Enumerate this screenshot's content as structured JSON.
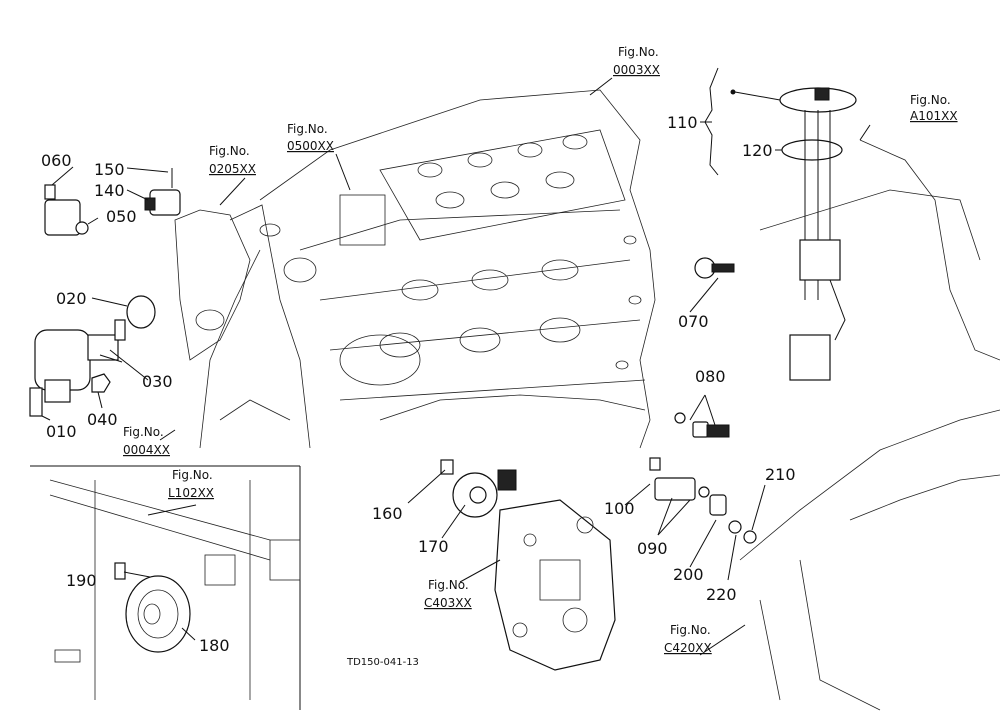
{
  "drawing_code": "TD150-041-13",
  "figure_refs": [
    {
      "id": "0003XX",
      "line1": "Fig.No.",
      "line2": "0003XX"
    },
    {
      "id": "A101XX",
      "line1": "Fig.No.",
      "line2": "A101XX"
    },
    {
      "id": "0205XX",
      "line1": "Fig.No.",
      "line2": "0205XX"
    },
    {
      "id": "0500XX",
      "line1": "Fig.No.",
      "line2": "0500XX"
    },
    {
      "id": "0004XX",
      "line1": "Fig.No.",
      "line2": "0004XX"
    },
    {
      "id": "L102XX",
      "line1": "Fig.No.",
      "line2": "L102XX"
    },
    {
      "id": "C403XX",
      "line1": "Fig.No.",
      "line2": "C403XX"
    },
    {
      "id": "C420XX",
      "line1": "Fig.No.",
      "line2": "C420XX"
    }
  ],
  "part_numbers": [
    "010",
    "020",
    "030",
    "040",
    "050",
    "060",
    "070",
    "080",
    "090",
    "100",
    "110",
    "120",
    "140",
    "150",
    "160",
    "170",
    "180",
    "190",
    "200",
    "210",
    "220"
  ]
}
